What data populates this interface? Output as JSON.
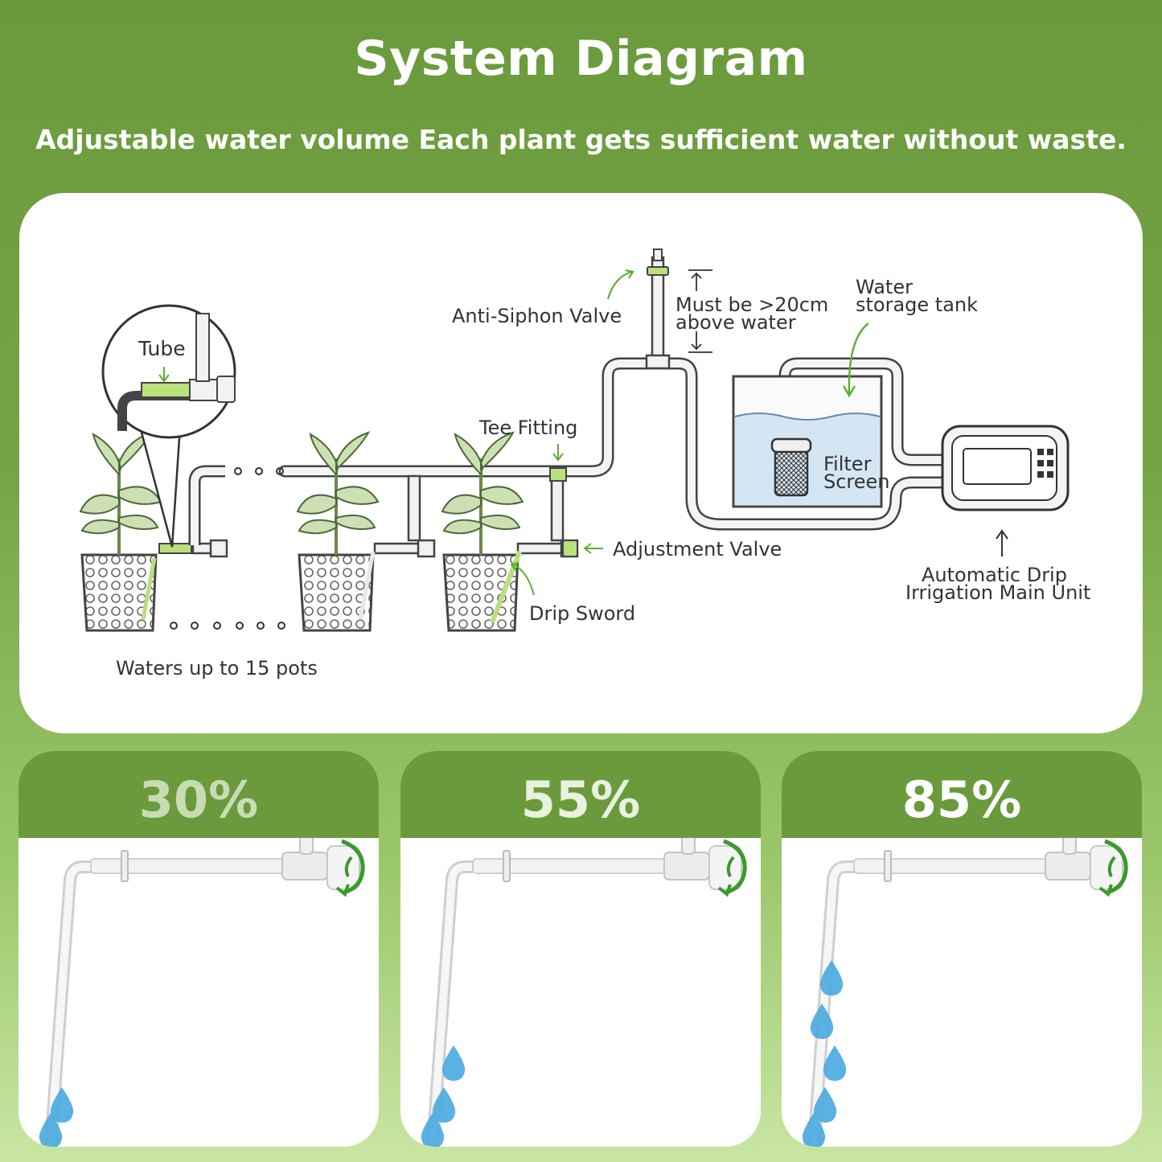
{
  "header": {
    "title": "System Diagram",
    "subtitle": "Adjustable water volume Each plant gets sufficient water without waste."
  },
  "diagram": {
    "labels": {
      "tube": "Tube",
      "anti_siphon_valve": "Anti-Siphon Valve",
      "height_note_line1": "Must be >20cm",
      "height_note_line2": "above water",
      "water_tank_line1": "Water",
      "water_tank_line2": "storage tank",
      "tee_fitting": "Tee Fitting",
      "filter_screen_line1": "Filter",
      "filter_screen_line2": "Screen",
      "adjustment_valve": "Adjustment Valve",
      "drip_sword": "Drip Sword",
      "main_unit_line1": "Automatic Drip",
      "main_unit_line2": "Irrigation Main Unit",
      "pots_note": "Waters up to 15 pots"
    }
  },
  "flow_levels": [
    {
      "label": "30%",
      "value": 30,
      "text_color": "#c8dcb4",
      "drops": 2
    },
    {
      "label": "55%",
      "value": 55,
      "text_color": "#e8f2de",
      "drops": 3
    },
    {
      "label": "85%",
      "value": 85,
      "text_color": "#ffffff",
      "drops": 5
    }
  ],
  "colors": {
    "brand_green": "#6a9a3c",
    "accent_green": "#5ab030",
    "water_blue": "#4aa8e0"
  }
}
